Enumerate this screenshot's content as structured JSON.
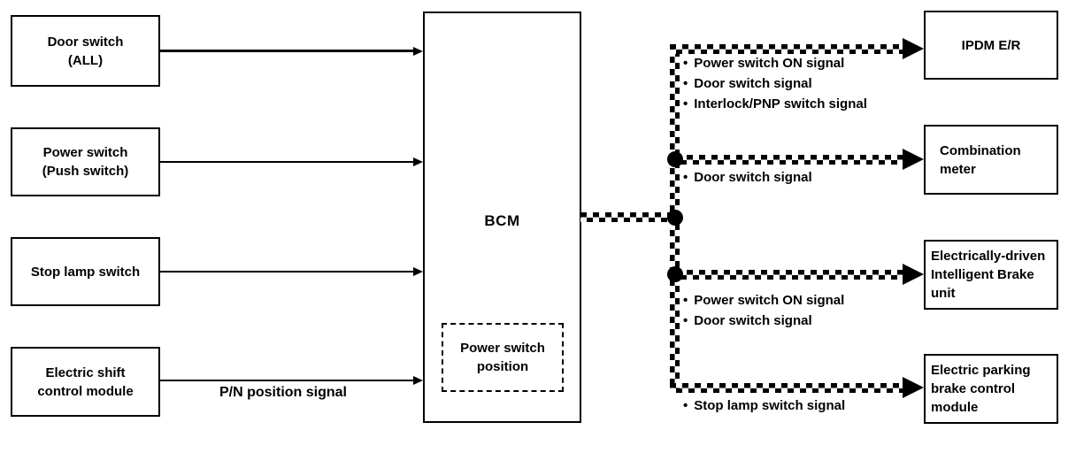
{
  "bullet": "•",
  "diagram": {
    "colors": {
      "line": "#000000",
      "background": "#ffffff"
    },
    "left_nodes": [
      {
        "lines": [
          "Door switch",
          "(ALL)"
        ]
      },
      {
        "lines": [
          "Power switch",
          "(Push switch)"
        ]
      },
      {
        "lines": [
          "Stop lamp switch"
        ]
      },
      {
        "lines": [
          "Electric shift",
          "control module"
        ]
      }
    ],
    "bcm": {
      "label": "BCM",
      "inner_box_lines": [
        "Power switch",
        "position"
      ]
    },
    "pn_label": "P/N position signal",
    "right_nodes": [
      {
        "lines": [
          "IPDM E/R"
        ],
        "signals": [
          "Power switch ON signal",
          "Door switch signal",
          "Interlock/PNP switch signal"
        ]
      },
      {
        "lines": [
          "Combination",
          "meter"
        ],
        "signals": [
          "Door switch signal"
        ]
      },
      {
        "lines": [
          "Electrically-driven",
          "Intelligent Brake",
          "unit"
        ],
        "signals": [
          "Power switch ON signal",
          "Door switch signal"
        ]
      },
      {
        "lines": [
          "Electric parking",
          "brake control",
          "module"
        ],
        "signals": [
          "Stop lamp switch signal"
        ]
      }
    ]
  }
}
